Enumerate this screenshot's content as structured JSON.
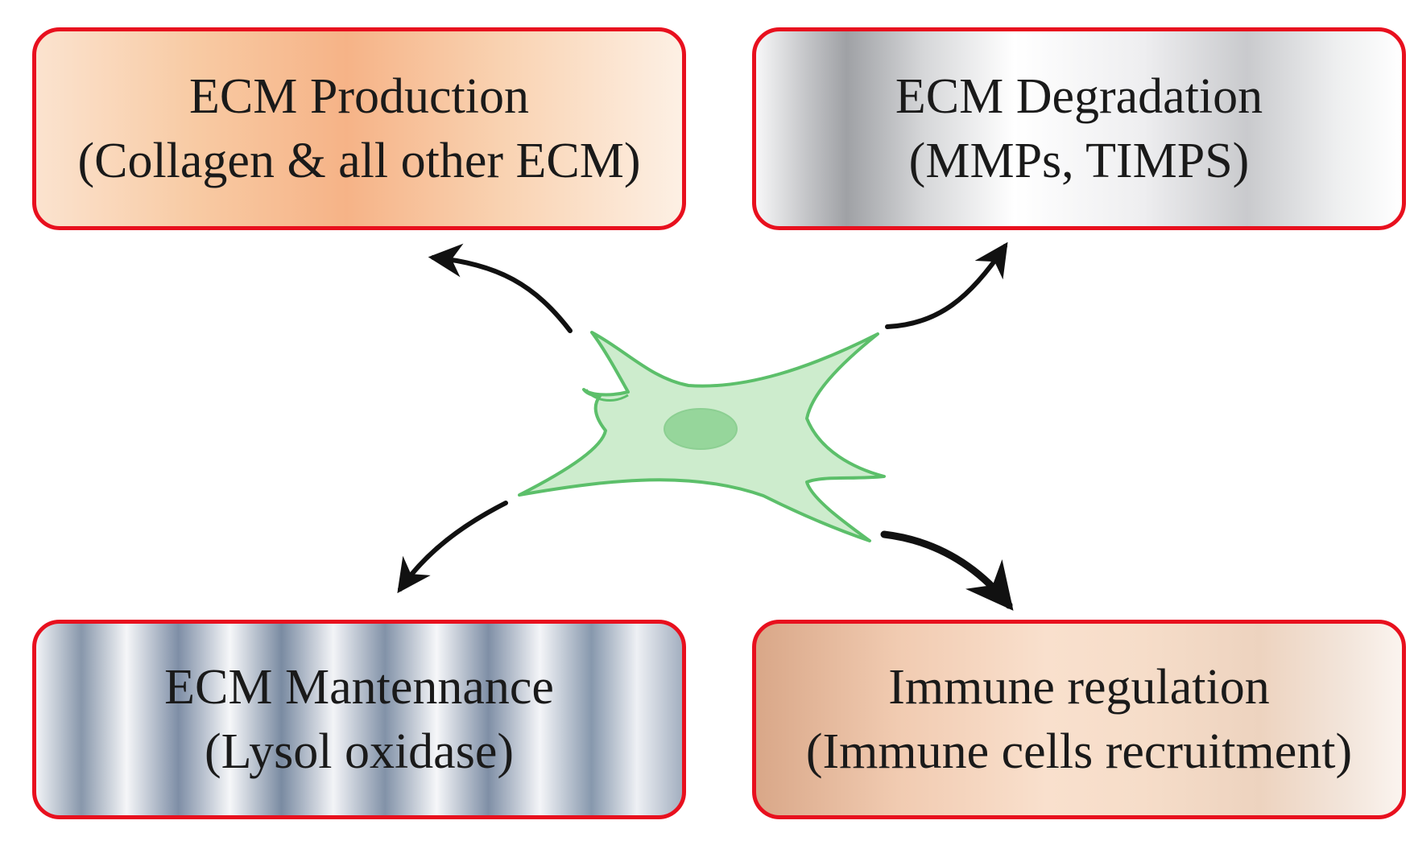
{
  "boxes": {
    "production": {
      "title": "ECM Production",
      "subtitle": "(Collagen & all other ECM)"
    },
    "degradation": {
      "title": "ECM Degradation",
      "subtitle": "(MMPs, TIMPS)"
    },
    "maintenance": {
      "title": "ECM Mantennance",
      "subtitle": "(Lysol oxidase)"
    },
    "immune": {
      "title": "Immune regulation",
      "subtitle": "(Immune cells recruitment)"
    }
  },
  "colors": {
    "box_border": "#e8101e",
    "arrow": "#111111",
    "cell_fill": "#cdeccd",
    "cell_outline": "#5cbf6a",
    "nucleus": "#96d69b"
  },
  "icons": {
    "center": "fibroblast-cell-icon"
  }
}
